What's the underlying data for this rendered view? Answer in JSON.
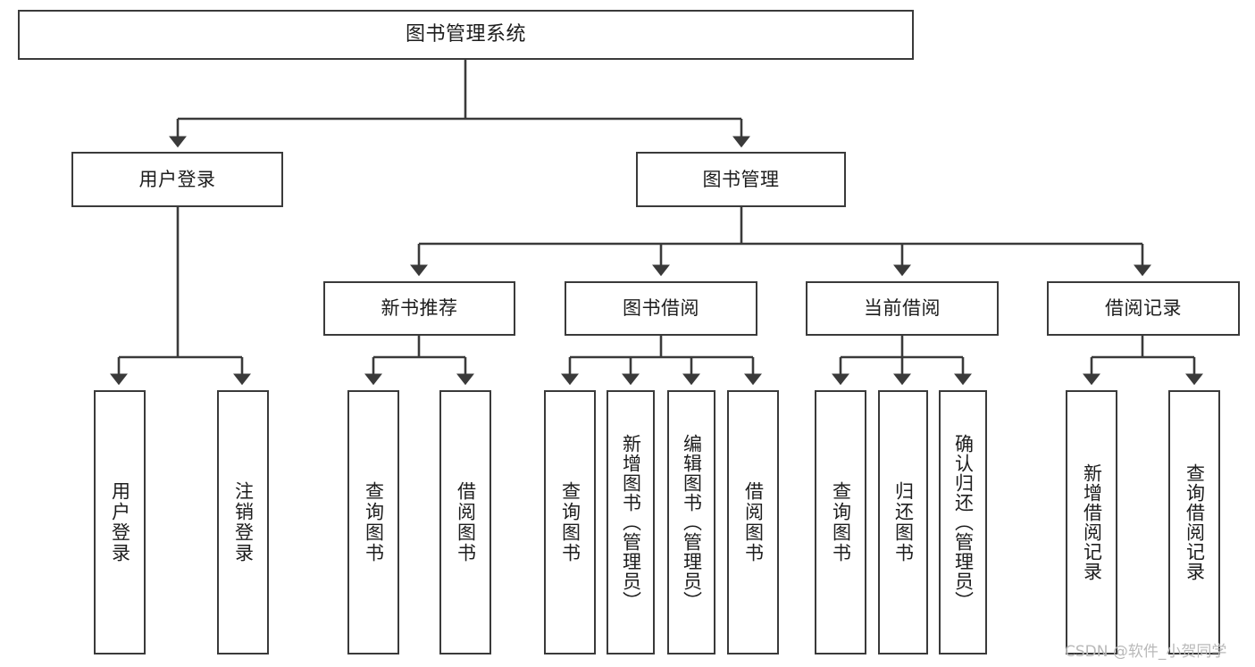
{
  "diagram": {
    "title_node": {
      "id": "root",
      "label": "图书管理系统"
    },
    "level2": [
      {
        "id": "user-login",
        "label": "用户登录"
      },
      {
        "id": "book-manage",
        "label": "图书管理"
      }
    ],
    "level3": [
      {
        "id": "new-book-rec",
        "label": "新书推荐"
      },
      {
        "id": "book-borrow",
        "label": "图书借阅"
      },
      {
        "id": "current-borrow",
        "label": "当前借阅"
      },
      {
        "id": "borrow-record",
        "label": "借阅记录"
      }
    ],
    "leaves": [
      {
        "id": "leaf-user-login",
        "label": "用户登录",
        "parent": "user-login"
      },
      {
        "id": "leaf-user-logout",
        "label": "注销登录",
        "parent": "user-login"
      },
      {
        "id": "leaf-rec-query-book",
        "label": "查询图书",
        "parent": "new-book-rec"
      },
      {
        "id": "leaf-rec-borrow-book",
        "label": "借阅图书",
        "parent": "new-book-rec"
      },
      {
        "id": "leaf-borrow-query-book",
        "label": "查询图书",
        "parent": "book-borrow"
      },
      {
        "id": "leaf-borrow-add-book",
        "label": "新增图书（管理员）",
        "parent": "book-borrow"
      },
      {
        "id": "leaf-borrow-edit-book",
        "label": "编辑图书（管理员）",
        "parent": "book-borrow"
      },
      {
        "id": "leaf-borrow-borrow-book",
        "label": "借阅图书",
        "parent": "book-borrow"
      },
      {
        "id": "leaf-cur-query-book",
        "label": "查询图书",
        "parent": "current-borrow"
      },
      {
        "id": "leaf-cur-return-book",
        "label": "归还图书",
        "parent": "current-borrow"
      },
      {
        "id": "leaf-cur-confirm-return",
        "label": "确认归还（管理员）",
        "parent": "current-borrow"
      },
      {
        "id": "leaf-rec-add-record",
        "label": "新增借阅记录",
        "parent": "borrow-record"
      },
      {
        "id": "leaf-rec-query-record",
        "label": "查询借阅记录",
        "parent": "borrow-record"
      }
    ]
  },
  "watermark": {
    "text": "CSDN @软件_小贺同学"
  },
  "colors": {
    "stroke": "#3a3a3a",
    "node_fill": "#ffffff",
    "text": "#1d1d1d",
    "watermark": "#b9b9b9",
    "background": "#ffffff"
  }
}
